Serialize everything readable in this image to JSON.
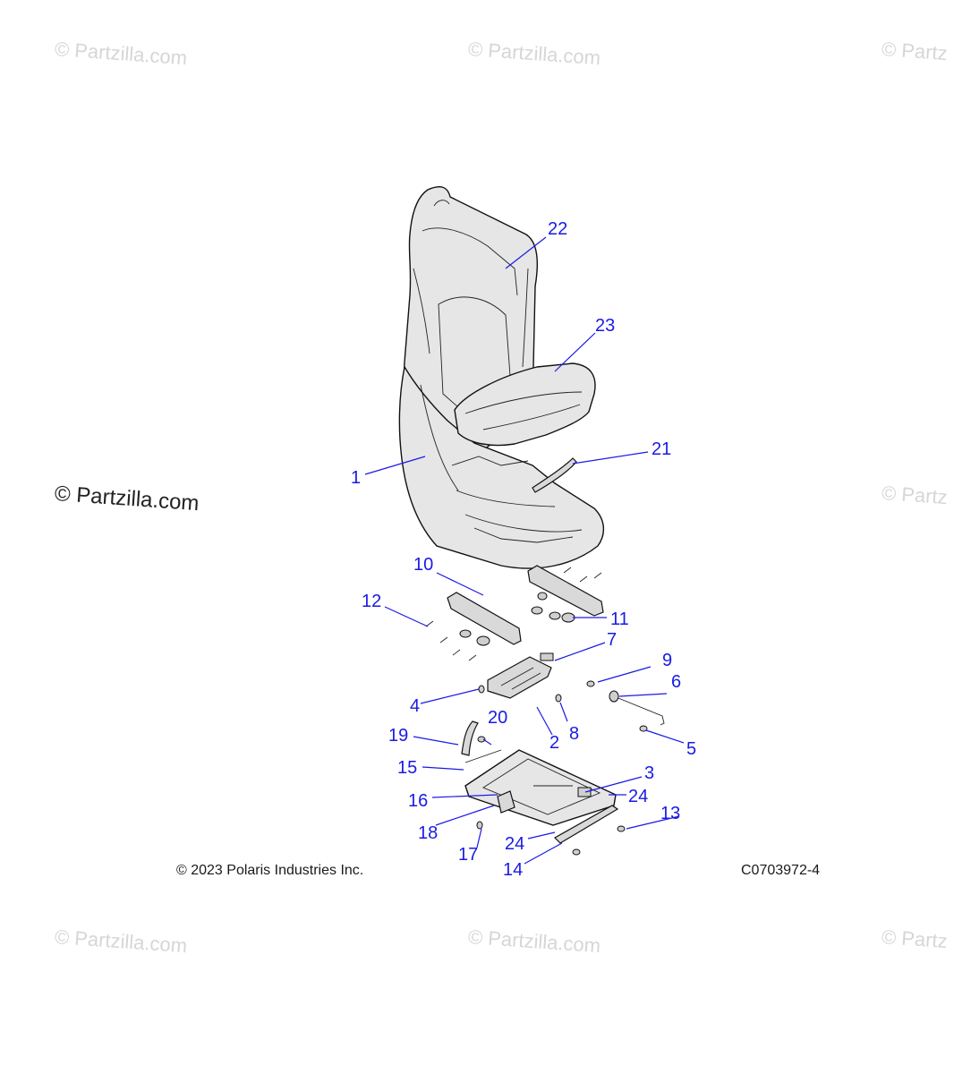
{
  "watermarks": [
    {
      "text": "© Partzilla.com",
      "style": "faint"
    },
    {
      "text": "© Partzilla.com",
      "style": "faint"
    },
    {
      "text": "© Partz",
      "style": "faint"
    },
    {
      "text": "© Partzilla.com",
      "style": "strong"
    },
    {
      "text": "© Partz",
      "style": "faint"
    },
    {
      "text": "© Partzilla.com",
      "style": "faint"
    },
    {
      "text": "© Partzilla.com",
      "style": "faint"
    },
    {
      "text": "© Partz",
      "style": "faint"
    }
  ],
  "footer": {
    "copyright": "© 2023 Polaris Industries Inc.",
    "diagram_code": "C0703972-4"
  },
  "callouts": [
    "1",
    "2",
    "3",
    "4",
    "5",
    "6",
    "7",
    "8",
    "9",
    "10",
    "11",
    "12",
    "13",
    "14",
    "15",
    "16",
    "17",
    "18",
    "19",
    "20",
    "21",
    "22",
    "23",
    "24",
    "24"
  ],
  "colors": {
    "callout": "#1a1ae6",
    "line_art": "#111111",
    "watermark": "#d6d6d6"
  }
}
